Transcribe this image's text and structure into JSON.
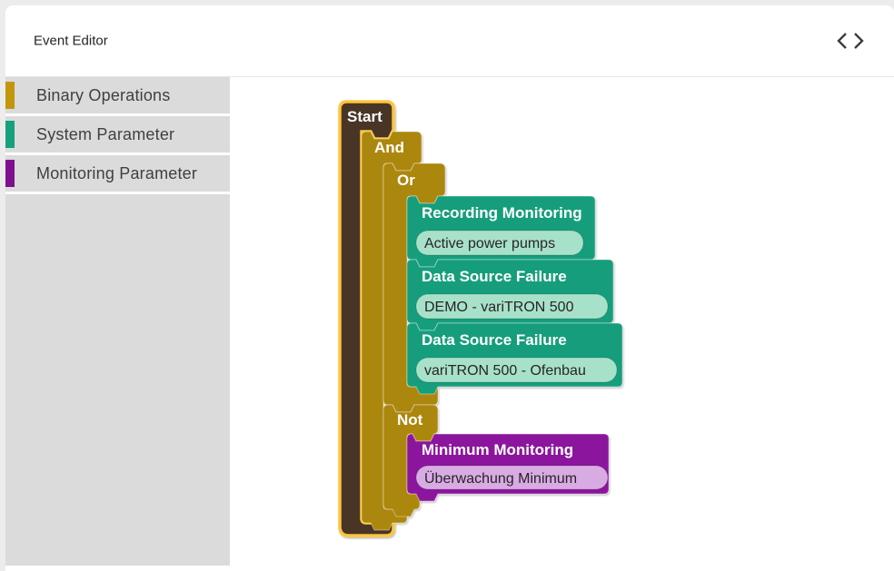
{
  "header": {
    "title": "Event Editor"
  },
  "toolbox": {
    "items": [
      {
        "label": "Binary Operations"
      },
      {
        "label": "System Parameter"
      },
      {
        "label": "Monitoring Parameter"
      }
    ]
  },
  "canvas": {
    "blocks": {
      "start": {
        "label": "Start"
      },
      "and": {
        "label": "And"
      },
      "or": {
        "label": "Or"
      },
      "not": {
        "label": "Not"
      },
      "recording_monitoring": {
        "label": "Recording Monitoring",
        "field": "Active power pumps"
      },
      "data_source_failure_1": {
        "label": "Data Source Failure",
        "field": "DEMO - variTRON 500"
      },
      "data_source_failure_2": {
        "label": "Data Source Failure",
        "field": "variTRON 500 - Ofenbau"
      },
      "minimum_monitoring": {
        "label": "Minimum Monitoring",
        "field": "Überwachung Minimum"
      }
    }
  },
  "colors": {
    "binary_marker": "#C3970D",
    "system_marker": "#17A07D",
    "monitoring_marker": "#7E1090",
    "logic_block": "#AC870E",
    "start_block": "#4A3526",
    "selection_outline": "#FDC53A",
    "system_block": "#149E7C",
    "system_field_bg": "#A8E1C9",
    "monitoring_block": "#8B179D",
    "monitoring_field_bg": "#D9ABE3",
    "icon_color": "#3D3D3D"
  }
}
